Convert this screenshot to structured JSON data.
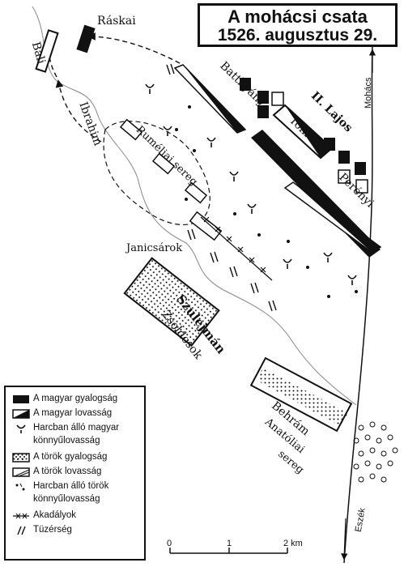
{
  "title": {
    "line1": "A mohácsi csata",
    "line2": "1526. augusztus 29."
  },
  "places": {
    "raskai": "Ráskai",
    "bali": "Bali",
    "ibrahim": "Ibrahim",
    "rumeliai": "Ruméliai sereg",
    "batthyany": "Batthyány",
    "lajos": "II. Lajos",
    "tomori": "Tomori",
    "perenyi": "Perényi",
    "mohacs": "Mohács",
    "janicsarok": "Janicsárok",
    "szulejman": "Szulejmán",
    "zsoldosok": "Zsoldosok",
    "behram": "Behrám",
    "anatoliai": "Anatóliai",
    "sereg": "sereg",
    "eszek": "Eszék"
  },
  "legend": {
    "magyar_gyalogsag": "A magyar gyalogság",
    "magyar_lovassag": "A magyar lovasság",
    "magyar_konnyu_1": "Harcban álló magyar",
    "magyar_konnyu_2": "könnyűlovasság",
    "torok_gyalogsag": "A török gyalogság",
    "torok_lovassag": "A török lovasság",
    "torok_konnyu_1": "Harcban álló török",
    "torok_konnyu_2": "könnyűlovasság",
    "akadalyok": "Akadályok",
    "tuzerseg": "Tüzérség"
  },
  "scale": {
    "tick0": "0",
    "tick1": "1",
    "tick2": "2 km"
  },
  "colors": {
    "ink": "#111111",
    "paper": "#ffffff",
    "terrain": "#888888"
  }
}
